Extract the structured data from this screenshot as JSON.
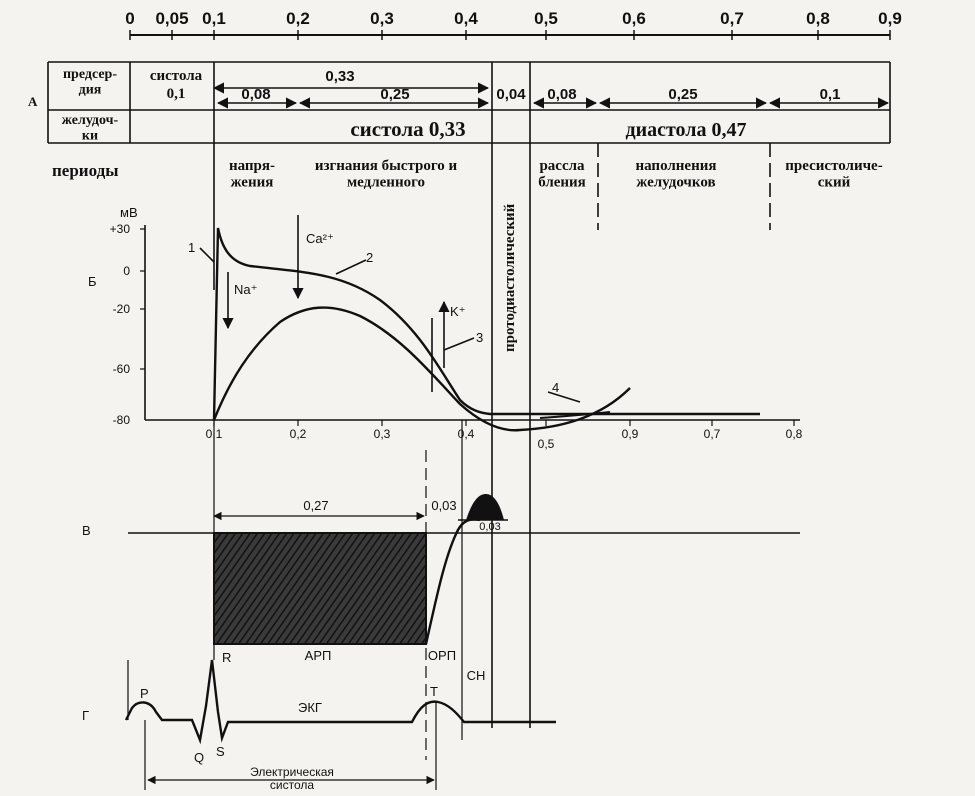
{
  "top_scale": {
    "ticks": [
      "0",
      "0,05",
      "0,1",
      "0,2",
      "0,3",
      "0,4",
      "0,5",
      "0,6",
      "0,7",
      "0,8",
      "0,9"
    ]
  },
  "rows": {
    "atria_label": "предсер-\nдия",
    "ventricles_label": "желудоч-\nки",
    "atria_systole_label": "систола",
    "atria_systole_value": "0,1",
    "seg_033": "0,33",
    "seg_008": "0,08",
    "seg_025": "0,25",
    "seg_004": "0,04",
    "seg_008b": "0,08",
    "seg_025b": "0,25",
    "seg_01": "0,1",
    "ventricles_systole": "систола 0,33",
    "ventricles_diastole": "диастола 0,47"
  },
  "periods": {
    "label": "периоды",
    "p1": "напря-\nжения",
    "p2": "изгнания быстрого и\nмедленного",
    "p3": "протодиастолический",
    "p4": "рассла\nбления",
    "p5": "наполнения\nжелудочков",
    "p6": "пресистоличе-\nский"
  },
  "letters": {
    "a": "А",
    "b": "Б",
    "v": "В",
    "g": "Г"
  },
  "action_potential": {
    "unit": "мВ",
    "y_ticks": [
      "+30",
      "0",
      "-20",
      "-60",
      "-80"
    ],
    "x_ticks": [
      "0,1",
      "0,2",
      "0,3",
      "0,4",
      "0,5",
      "0,9",
      "0,7",
      "0,8"
    ],
    "ions": {
      "ca": "Ca²⁺",
      "na": "Na⁺",
      "k": "K⁺"
    },
    "curve_labels": [
      "1",
      "2",
      "3",
      "4"
    ]
  },
  "refractory": {
    "arp_duration": "0,27",
    "orp_duration": "0,03",
    "sn_duration": "0,03",
    "arp": "АРП",
    "orp": "ОРП",
    "sn": "СН"
  },
  "ecg": {
    "label": "ЭКГ",
    "waves": {
      "p": "P",
      "q": "Q",
      "r": "R",
      "s": "S",
      "t": "T"
    },
    "electrical_systole": "Электрическая\nсистола"
  }
}
